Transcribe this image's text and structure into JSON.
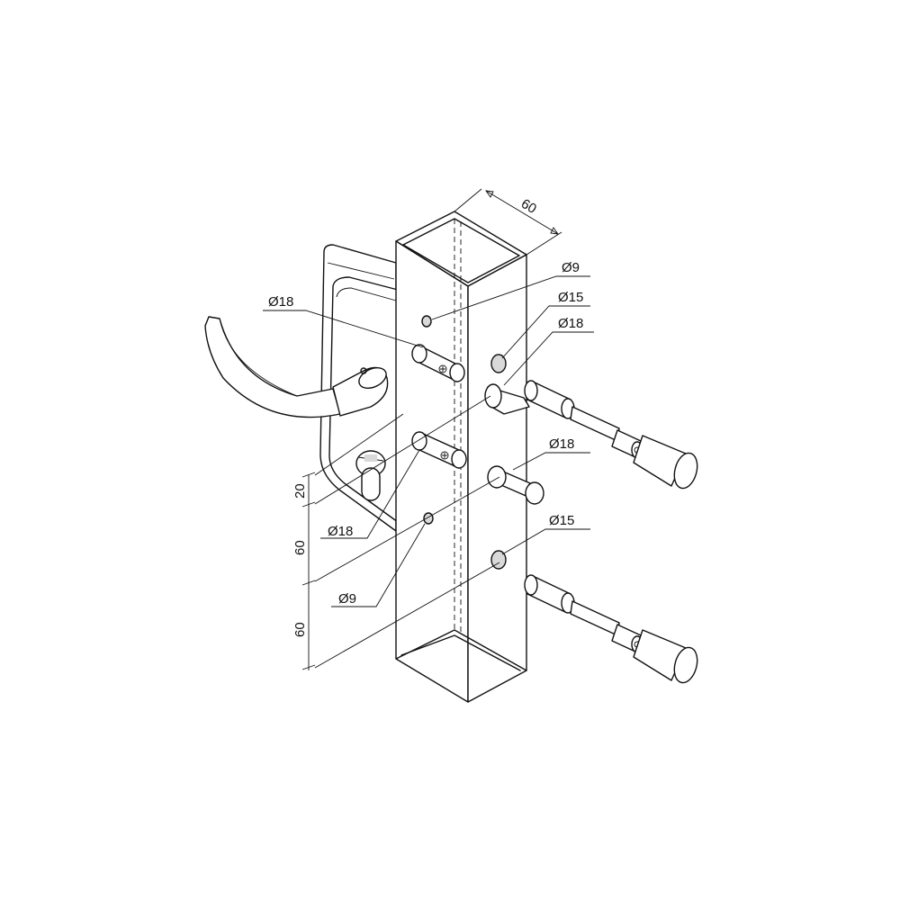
{
  "dimensions": {
    "width_post": "60",
    "spacing_top": "20",
    "spacing_mid": "60",
    "spacing_bottom": "60"
  },
  "callouts": {
    "hole_9_upper": "Ø9",
    "hole_15_upper": "Ø15",
    "hole_18_upper_right": "Ø18",
    "hole_18_upper_left": "Ø18",
    "hole_18_lower_right": "Ø18",
    "hole_18_lower_left": "Ø18",
    "hole_9_lower": "Ø9",
    "hole_15_lower": "Ø15"
  }
}
